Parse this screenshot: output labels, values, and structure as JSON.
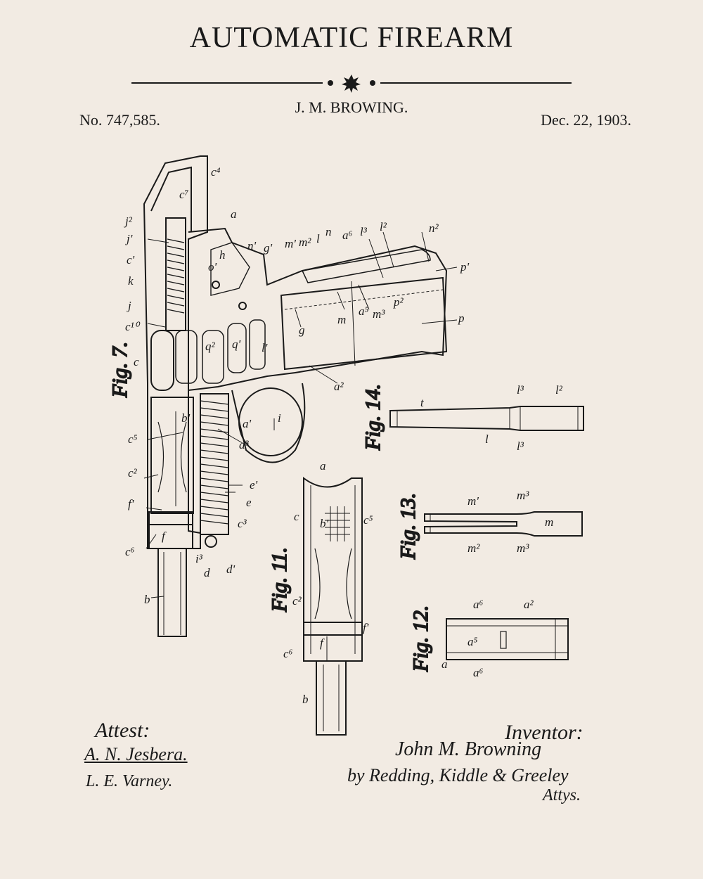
{
  "header": {
    "title": "AUTOMATIC FIREARM",
    "inventor": "J. M. BROWING.",
    "patent_no": "No. 747,585.",
    "date": "Dec. 22, 1903."
  },
  "figures": {
    "fig7": "Fig. 7.",
    "fig11": "Fig. 11.",
    "fig12": "Fig. 12.",
    "fig13": "Fig. 13.",
    "fig14": "Fig. 14."
  },
  "labels": {
    "c7": "c⁷",
    "c4": "c⁴",
    "a": "a",
    "j2": "j²",
    "c1": "c'",
    "j1": "j'",
    "k": "k",
    "j": "j",
    "c10": "c¹⁰",
    "c": "c",
    "c5": "c⁵",
    "c2": "c²",
    "f1": "f'",
    "c6": "c⁶",
    "b": "b",
    "f": "f",
    "i3": "i³",
    "d": "d",
    "d1": "d'",
    "c3": "c³",
    "e": "e",
    "e1": "e'",
    "a3": "a³",
    "a1": "a'",
    "i": "i",
    "b1": "b'",
    "a2": "a²",
    "g": "g",
    "l1": "l'",
    "q2": "q²",
    "q1": "q'",
    "h": "h",
    "o1": "o'",
    "n1": "n'",
    "g1": "g'",
    "m1": "m'",
    "m2": "m²",
    "l": "l",
    "n": "n",
    "a6": "a⁶",
    "l3": "l³",
    "l2": "l²",
    "n2": "n²",
    "p1": "p'",
    "p": "p",
    "p2": "p²",
    "m3": "m³",
    "a5": "a⁵",
    "m": "m",
    "t": "t"
  },
  "signatures": {
    "attest": "Attest:",
    "witness1": "A. N. Jesbera.",
    "witness2": "L. E. Varney.",
    "inventor_heading": "Inventor:",
    "inventor_signature": "John M. Browning",
    "attorneys_line": "by Redding, Kiddle & Greeley",
    "attorneys": "Attys."
  },
  "colors": {
    "paper": "#f2ebe3",
    "ink": "#1a1a1a"
  }
}
